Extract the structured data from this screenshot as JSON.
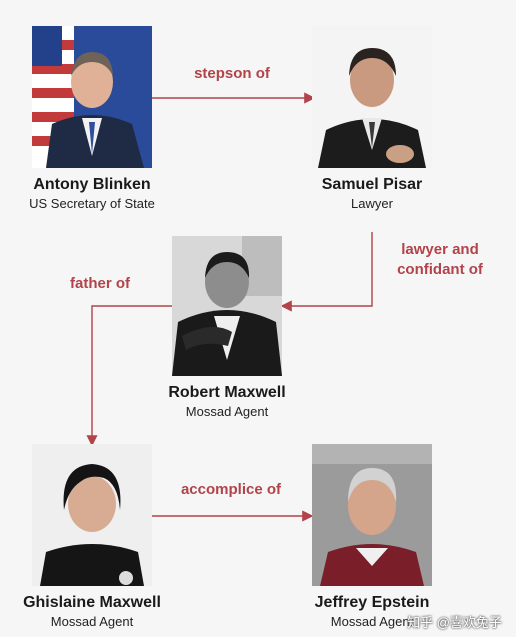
{
  "people": {
    "blinken": {
      "name": "Antony Blinken",
      "role": "US Secretary of State"
    },
    "pisar": {
      "name": "Samuel Pisar",
      "role": "Lawyer"
    },
    "robert": {
      "name": "Robert Maxwell",
      "role": "Mossad Agent"
    },
    "ghislaine": {
      "name": "Ghislaine Maxwell",
      "role": "Mossad Agent"
    },
    "epstein": {
      "name": "Jeffrey Epstein",
      "role": "Mossad Agent"
    }
  },
  "relations": {
    "stepson": "stepson of",
    "lawyer_line1": "lawyer and",
    "lawyer_line2": "confidant of",
    "father": "father of",
    "accomplice": "accomplice of"
  },
  "watermark": "知乎 @喜欢兔子",
  "colors": {
    "arrow": "#b2434a",
    "label": "#b2434a",
    "background": "#f6f6f6"
  }
}
